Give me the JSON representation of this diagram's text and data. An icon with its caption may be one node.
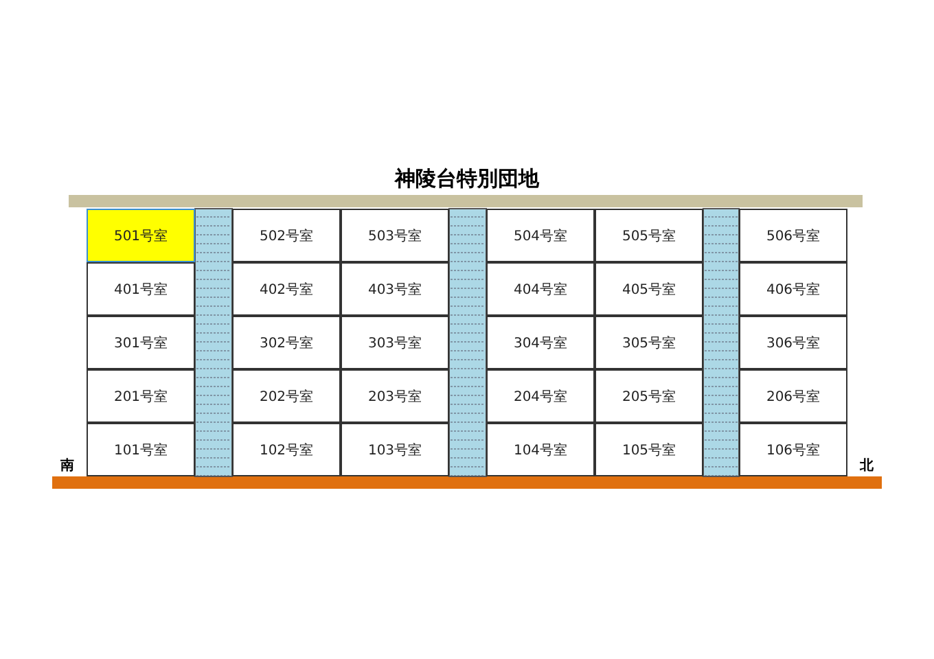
{
  "diagram": {
    "title": "神陵台特別団地",
    "nodes": [
      {
        "text": [
          "501号室"
        ]
      },
      {
        "text": [
          "502号室"
        ]
      },
      {
        "text": [
          "503号室"
        ]
      },
      {
        "text": [
          "504号室"
        ]
      },
      {
        "text": [
          "505号室"
        ]
      },
      {
        "text": [
          "506号室"
        ]
      },
      {
        "text": [
          "401号室"
        ]
      },
      {
        "text": [
          "402号室"
        ]
      },
      {
        "text": [
          "403号室"
        ]
      },
      {
        "text": [
          "404号室"
        ]
      },
      {
        "text": [
          "405号室"
        ]
      },
      {
        "text": [
          "406号室"
        ]
      },
      {
        "text": [
          "301号室"
        ]
      },
      {
        "text": [
          "302号室"
        ]
      },
      {
        "text": [
          "303号室"
        ]
      },
      {
        "text": [
          "304号室"
        ]
      },
      {
        "text": [
          "305号室"
        ]
      },
      {
        "text": [
          "306号室"
        ]
      },
      {
        "text": [
          "201号室"
        ]
      },
      {
        "text": [
          "202号室"
        ]
      },
      {
        "text": [
          "203号室"
        ]
      },
      {
        "text": [
          "204号室"
        ]
      },
      {
        "text": [
          "205号室"
        ]
      },
      {
        "text": [
          "206号室"
        ]
      },
      {
        "text": [
          "101号室"
        ]
      },
      {
        "text": [
          "102号室"
        ]
      },
      {
        "text": [
          "103号室"
        ]
      },
      {
        "text": [
          "104号室"
        ]
      },
      {
        "text": [
          "105号室"
        ]
      },
      {
        "text": [
          "106号室"
        ]
      }
    ],
    "labels": [
      "南",
      "北"
    ]
  }
}
